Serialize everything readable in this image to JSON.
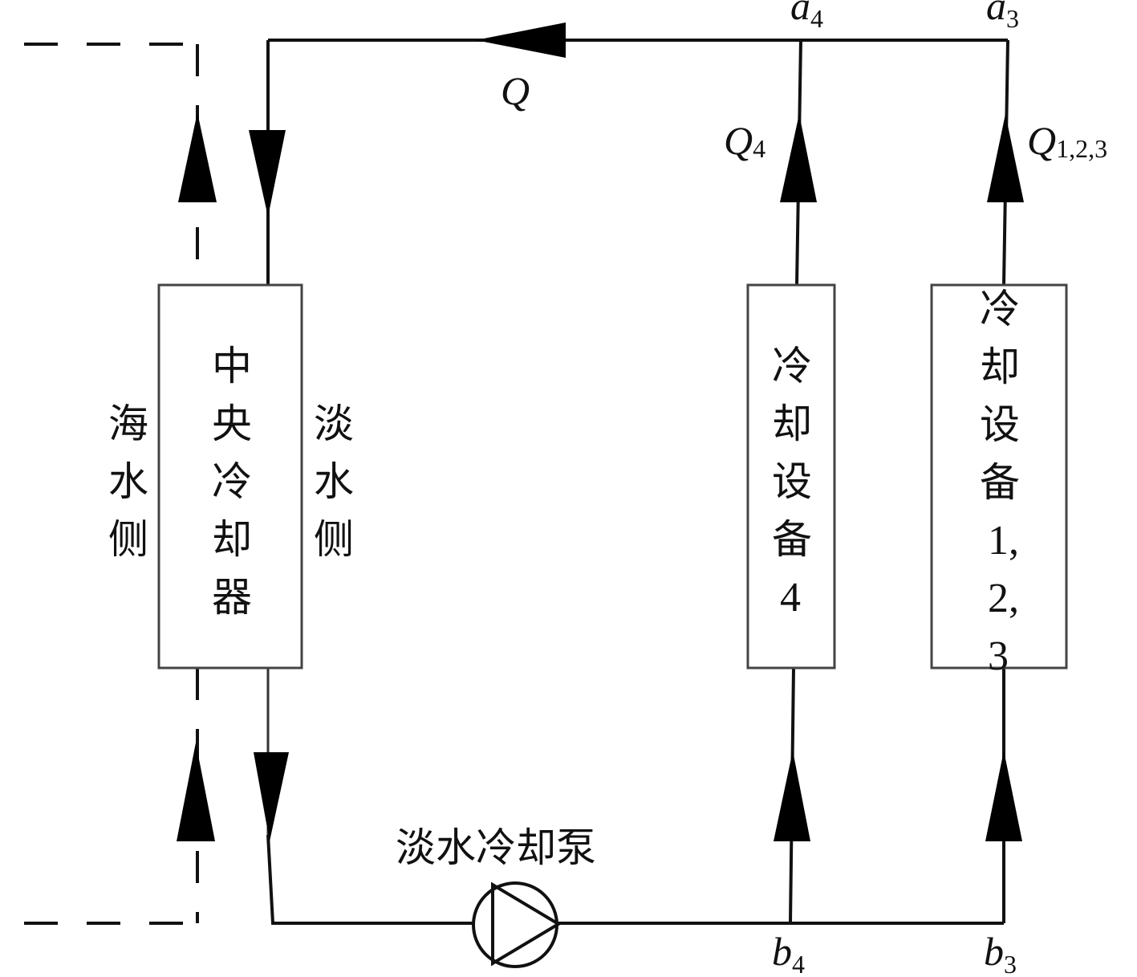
{
  "labels": {
    "sea_side": "海水侧",
    "central_cooler": "中央冷却器",
    "fresh_side": "淡水侧",
    "device4": "冷却设备4",
    "device123": "冷却设备1,2,3",
    "pump": "淡水冷却泵"
  },
  "flows": {
    "q_total": {
      "var": "Q",
      "sub": ""
    },
    "q4": {
      "var": "Q",
      "sub": "4"
    },
    "q123": {
      "var": "Q",
      "sub": "1,2,3"
    }
  },
  "nodes": {
    "a4": {
      "var": "a",
      "sub": "4"
    },
    "a3": {
      "var": "a",
      "sub": "3"
    },
    "b4": {
      "var": "b",
      "sub": "4"
    },
    "b3": {
      "var": "b",
      "sub": "3"
    }
  }
}
